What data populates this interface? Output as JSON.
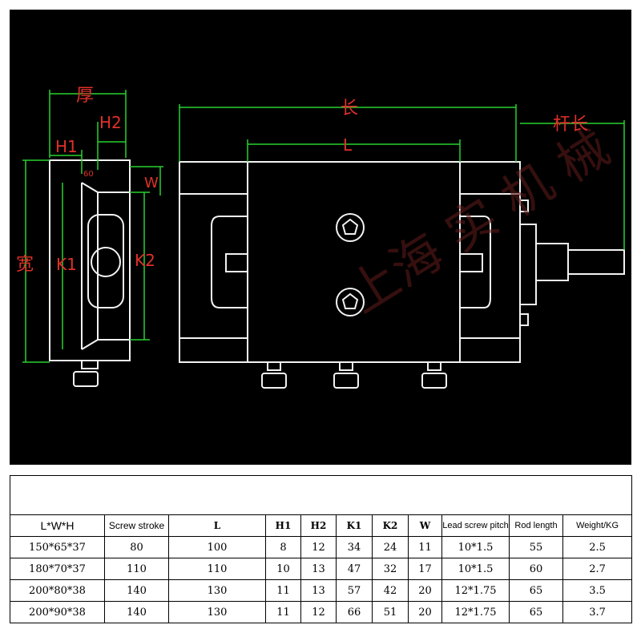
{
  "drawing": {
    "labels": {
      "thickness": "厚",
      "length": "长",
      "rod_length": "杆长",
      "width": "宽",
      "H1": "H1",
      "H2": "H2",
      "L": "L",
      "W": "W",
      "K1": "K1",
      "K2": "K2",
      "angle": "60"
    },
    "watermark": "上海 实 机 械",
    "colors": {
      "lines": "#f2f2f2",
      "dimension": "#29d12f",
      "labels": "#e0302a",
      "background": "#000000"
    }
  },
  "table": {
    "headers": [
      "L*W*H",
      "Screw stroke",
      "L",
      "H1",
      "H2",
      "K1",
      "K2",
      "W",
      "Lead screw pitch",
      "Rod length",
      "Weight/KG"
    ],
    "rows": [
      [
        "150*65*37",
        "80",
        "100",
        "8",
        "12",
        "34",
        "24",
        "11",
        "10*1.5",
        "55",
        "2.5"
      ],
      [
        "180*70*37",
        "110",
        "110",
        "10",
        "13",
        "47",
        "32",
        "17",
        "10*1.5",
        "60",
        "2.7"
      ],
      [
        "200*80*38",
        "140",
        "130",
        "11",
        "13",
        "57",
        "42",
        "20",
        "12*1.75",
        "65",
        "3.5"
      ],
      [
        "200*90*38",
        "140",
        "130",
        "11",
        "12",
        "66",
        "51",
        "20",
        "12*1.75",
        "65",
        "3.7"
      ]
    ]
  }
}
